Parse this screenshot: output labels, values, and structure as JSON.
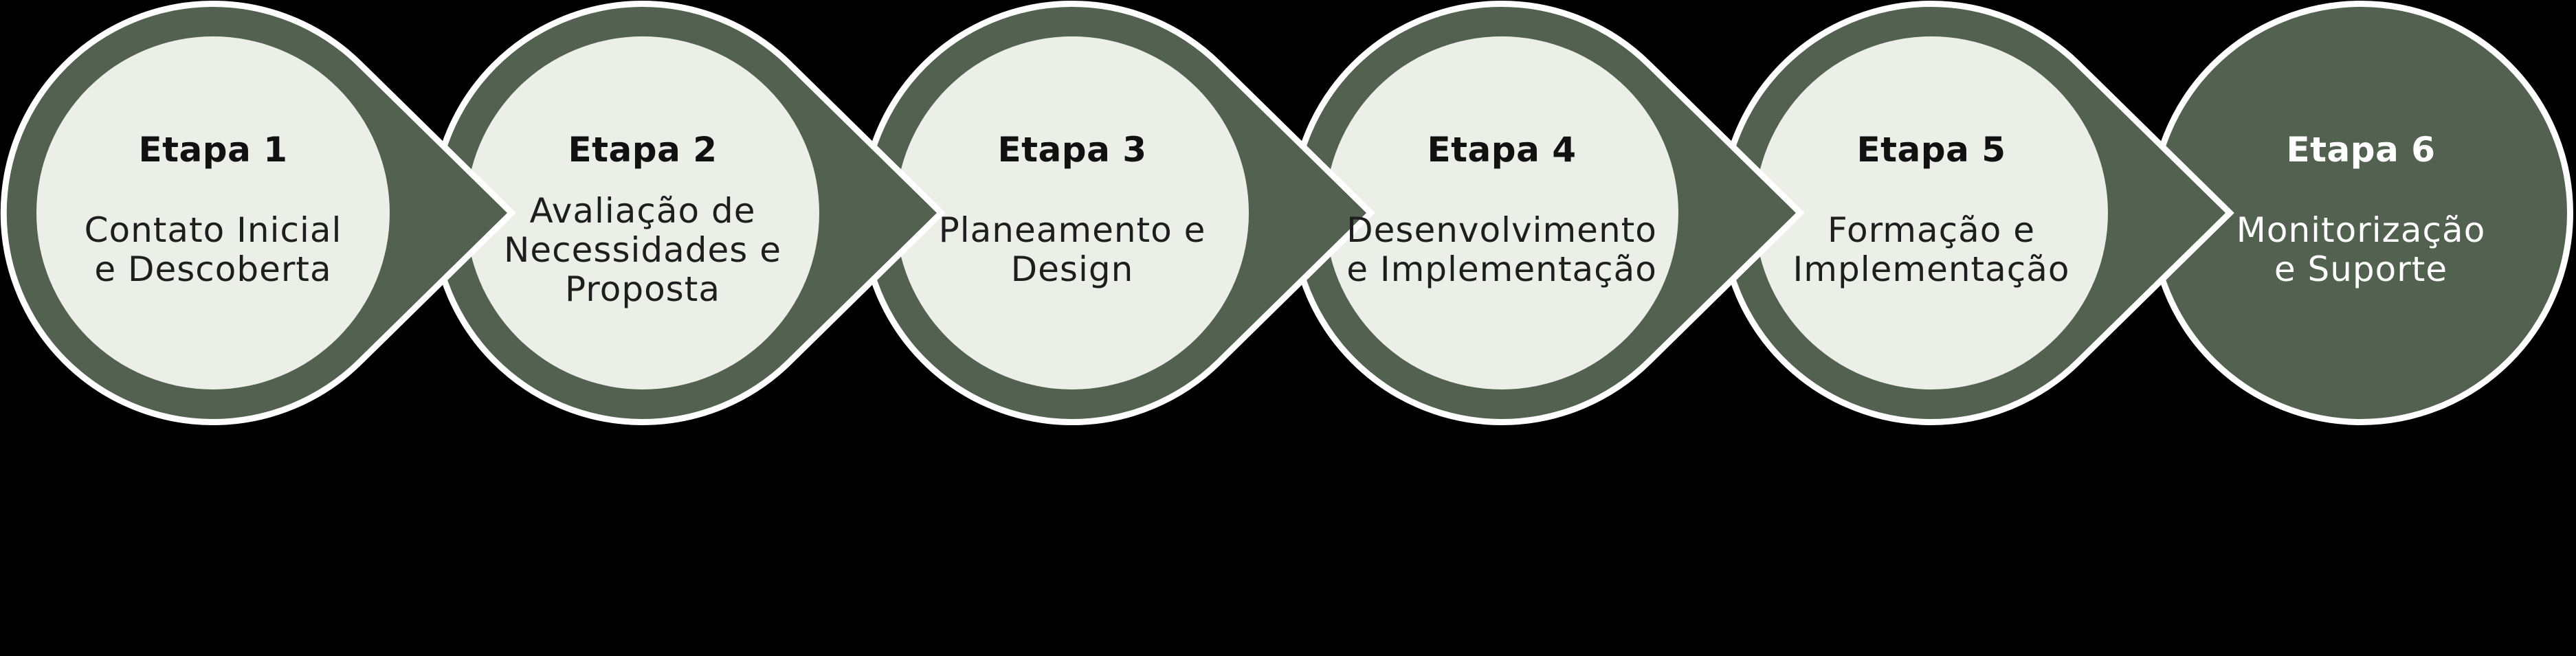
{
  "colors": {
    "background": "#000000",
    "bubble_green": "#536150",
    "bubble_inner": "#eceee8",
    "outline": "#ffffff",
    "title_text": "#111111",
    "description_text": "#1e1e1e",
    "light_text": "#ffffff"
  },
  "stages": [
    {
      "title": "Etapa 1",
      "lines": [
        "Contato Inicial",
        "e Descoberta"
      ]
    },
    {
      "title": "Etapa 2",
      "lines": [
        "Avaliação de",
        "Necessidades e",
        "Proposta"
      ]
    },
    {
      "title": "Etapa 3",
      "lines": [
        "Planeamento e",
        "Design"
      ]
    },
    {
      "title": "Etapa 4",
      "lines": [
        "Desenvolvimento",
        "e Implementação"
      ]
    },
    {
      "title": "Etapa 5",
      "lines": [
        "Formação e",
        "Implementação"
      ]
    },
    {
      "title": "Etapa 6",
      "lines": [
        "Monitorização",
        "e Suporte"
      ]
    }
  ]
}
